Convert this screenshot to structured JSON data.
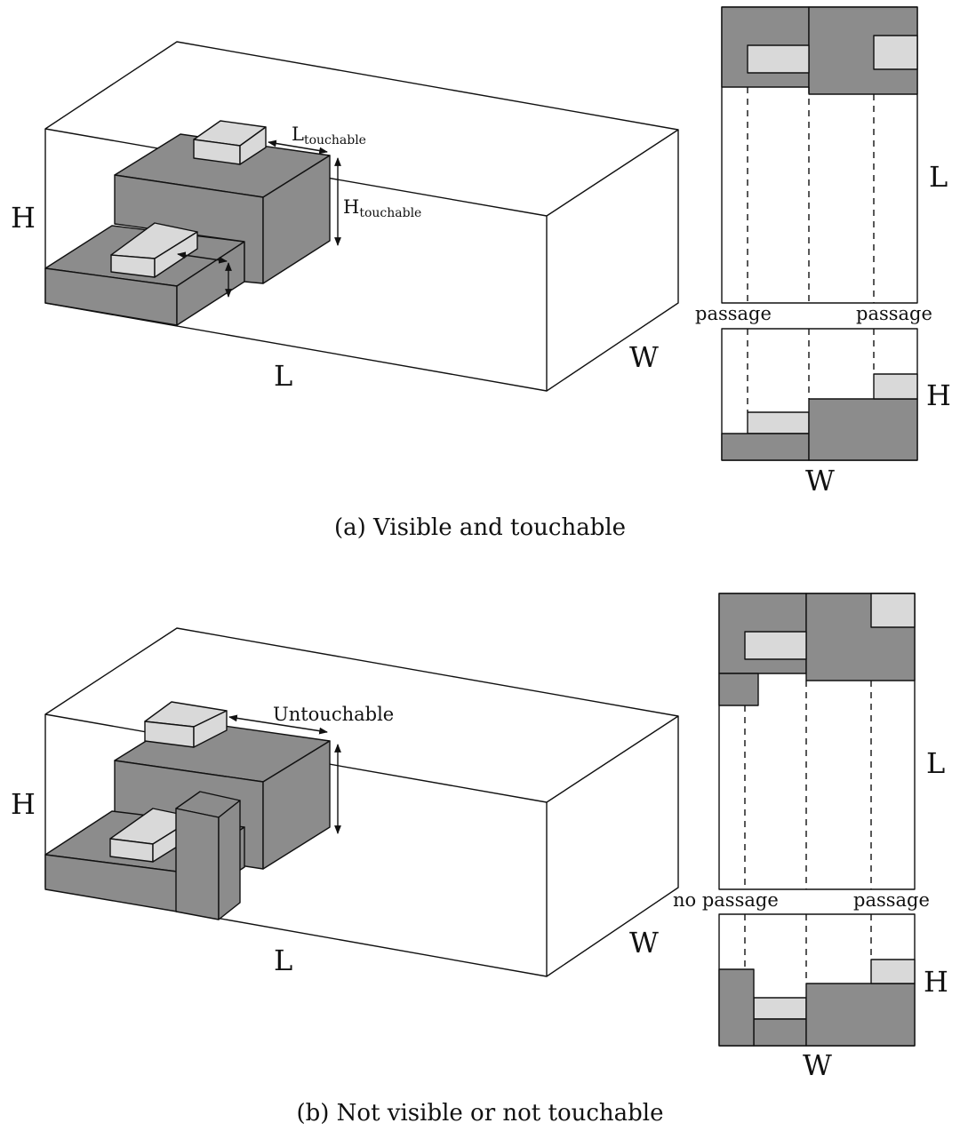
{
  "colors": {
    "dark": "#8c8c8c",
    "light": "#d9d9d9",
    "stroke": "#111111"
  },
  "panel_a": {
    "caption": "(a) Visible and touchable",
    "iso_labels": {
      "h": "H",
      "l": "L",
      "w": "W"
    },
    "l_touchable_main": "L",
    "l_touchable_sub": "touchable",
    "h_touchable_main": "H",
    "h_touchable_sub": "touchable",
    "top_view_label": "L",
    "passage_left": "passage",
    "passage_right": "passage",
    "side_view_h": "H",
    "side_view_w": "W"
  },
  "panel_b": {
    "caption": "(b) Not visible or not touchable",
    "iso_labels": {
      "h": "H",
      "l": "L",
      "w": "W"
    },
    "untouchable": "Untouchable",
    "top_view_label": "L",
    "no_passage": "no passage",
    "passage_right": "passage",
    "side_view_h": "H",
    "side_view_w": "W"
  }
}
